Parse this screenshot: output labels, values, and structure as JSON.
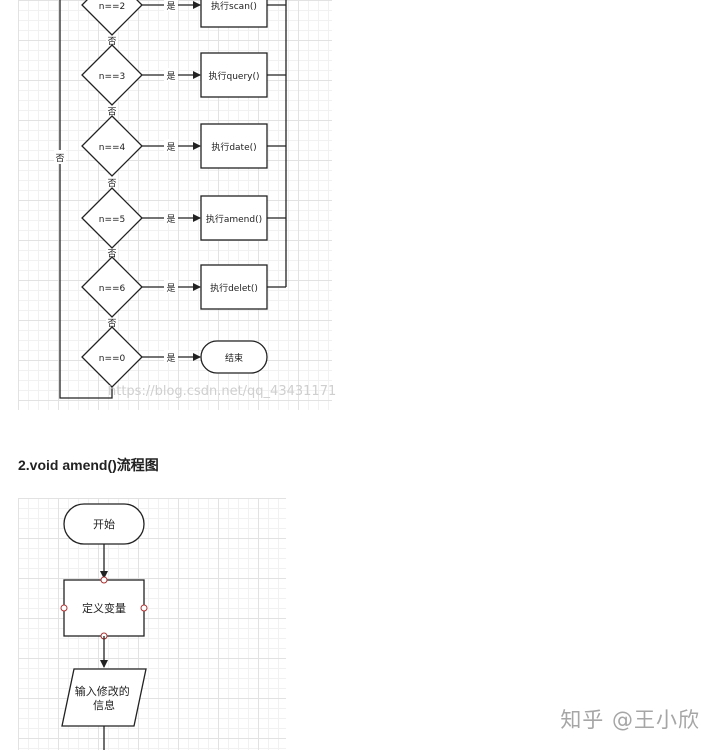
{
  "diagram1": {
    "decisions": [
      {
        "label": "n==2",
        "action": "执行scan()"
      },
      {
        "label": "n==3",
        "action": "执行query()"
      },
      {
        "label": "n==4",
        "action": "执行date()"
      },
      {
        "label": "n==5",
        "action": "执行amend()"
      },
      {
        "label": "n==6",
        "action": "执行delet()"
      },
      {
        "label": "n==0",
        "action": "结束"
      }
    ],
    "yes_label": "是",
    "no_label": "否",
    "loop_label": "否",
    "watermark": "https://blog.csdn.net/qq_43431171"
  },
  "section_heading": "2.void amend()流程图",
  "diagram2": {
    "start_label": "开始",
    "step_label": "定义变量",
    "input_label": "输入修改的\n信息"
  },
  "site_watermark": "知乎 @王小欣"
}
